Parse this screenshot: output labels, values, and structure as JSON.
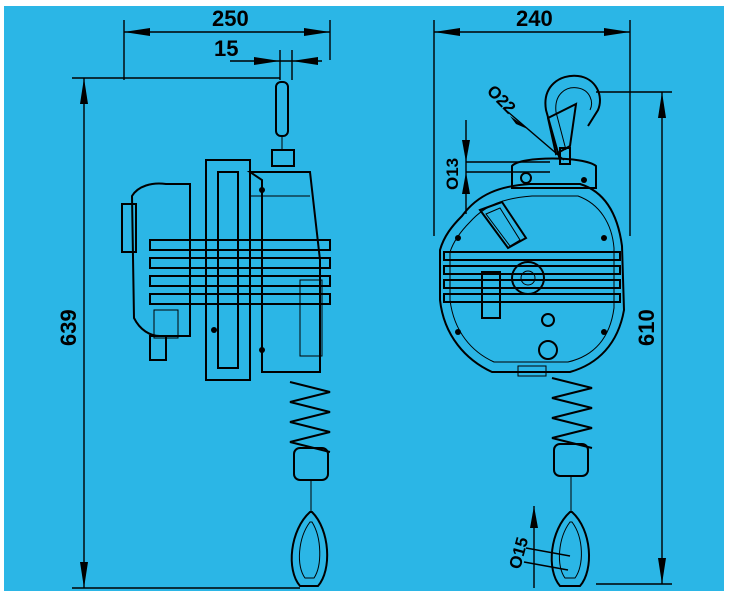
{
  "colors": {
    "background": "#2bb6e6",
    "line": "#000000",
    "frame": "#ffffff"
  },
  "dimensions": {
    "side_width": "250",
    "side_offset": "15",
    "side_height": "639",
    "front_width": "240",
    "front_height": "610",
    "hook_diameter": "O22",
    "eye_diameter": "O13",
    "carabiner_diameter": "O15"
  }
}
